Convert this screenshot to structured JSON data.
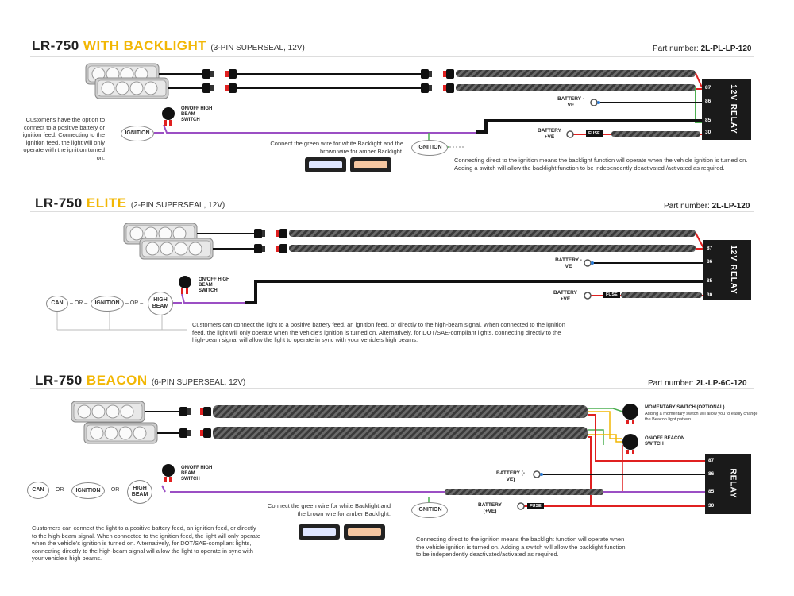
{
  "sections": [
    {
      "title_prefix": "LR-750",
      "title_highlight": "WITH BACKLIGHT",
      "title_sub": "(3-PIN SUPERSEAL, 12V)",
      "part_label": "Part number:",
      "part_number": "2L-PL-LP-120",
      "left_note": "Customer's have the option to connect to a positive battery or ignition feed. Connecting to the ignition feed, the light will only operate with the ignition turned on.",
      "ignition_oval": "IGNITION",
      "switch_label": "ON/OFF HIGH BEAM SWITCH",
      "green_note": "Connect the green wire for white Backlight and the brown wire for amber Backlight.",
      "ignition_oval_2": "IGNITION",
      "right_note": "Connecting direct to the ignition means the backlight function will operate when the vehicle ignition is turned on. Adding a switch will allow the backlight function to be independently deactivated /activated as required.",
      "battery_neg": "BATTERY -VE",
      "battery_pos": "BATTERY +VE",
      "fuse": "FUSE",
      "relay": "12V RELAY",
      "pins": [
        "87",
        "86",
        "85",
        "30"
      ]
    },
    {
      "title_prefix": "LR-750",
      "title_highlight": "ELITE",
      "title_sub": "(2-PIN SUPERSEAL, 12V)",
      "part_label": "Part number:",
      "part_number": "2L-LP-120",
      "can": "CAN",
      "or1": "– OR –",
      "ignition": "IGNITION",
      "or2": "– OR –",
      "high_beam": "HIGH BEAM",
      "switch_label": "ON/OFF HIGH BEAM SWITCH",
      "note": "Customers can connect the light to a positive battery feed, an ignition feed, or directly to the high-beam signal. When connected to the ignition feed, the light will only operate when the vehicle's ignition is turned on. Alternatively, for DOT/SAE-compliant lights, connecting directly to the high-beam signal will allow the light to operate in sync with your vehicle's high beams.",
      "battery_neg": "BATTERY -VE",
      "battery_pos": "BATTERY +VE",
      "fuse": "FUSE",
      "relay": "12V RELAY",
      "pins": [
        "87",
        "86",
        "85",
        "30"
      ]
    },
    {
      "title_prefix": "LR-750",
      "title_highlight": "BEACON",
      "title_sub": "(6-PIN SUPERSEAL, 12V)",
      "part_label": "Part number:",
      "part_number": "2L-LP-6C-120",
      "momentary_title": "MOMENTARY SWITCH (OPTIONAL)",
      "momentary_note": "Adding a momentary switch will allow you to easily change the Beacon light pattern.",
      "beacon_switch": "ON/OFF BEACON SWITCH",
      "switch_label": "ON/OFF HIGH BEAM SWITCH",
      "can": "CAN",
      "or1": "– OR –",
      "ignition": "IGNITION",
      "or2": "– OR –",
      "high_beam": "HIGH BEAM",
      "left_note": "Customers can connect the light to a positive battery feed, an ignition feed, or directly to the high-beam signal. When connected to the ignition feed, the light will only operate when the vehicle's ignition is turned on. Alternatively, for DOT/SAE-compliant lights, connecting directly to the high-beam signal will allow the light to operate in sync with your vehicle's high beams.",
      "green_note": "Connect the green wire for white Backlight and the brown wire for amber Backlight.",
      "ignition_oval_2": "IGNITION",
      "right_note": "Connecting direct to the ignition means the backlight function will operate when the vehicle ignition is turned on. Adding a switch will allow the backlight function to be independently deactivated/activated as required.",
      "battery_neg": "BATTERY (-VE)",
      "battery_pos": "BATTERY (+VE)",
      "fuse": "FUSE",
      "relay": "RELAY",
      "pins": [
        "87",
        "86",
        "85",
        "30"
      ]
    }
  ],
  "colors": {
    "accent": "#f2b705",
    "wire_red": "#e02020",
    "wire_purple": "#9b4fc4",
    "wire_green": "#4caf50",
    "wire_black": "#111111",
    "wire_blue": "#2a7bd6"
  }
}
